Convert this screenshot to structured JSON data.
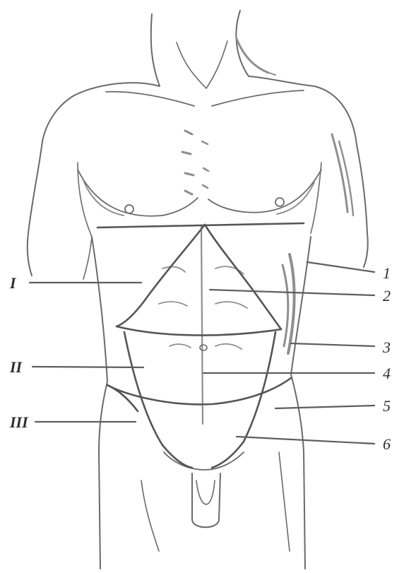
{
  "labels": {
    "left": [
      "I",
      "II",
      "III"
    ],
    "right": [
      "1",
      "2",
      "3",
      "4",
      "5",
      "6"
    ]
  },
  "colors": {
    "background": "#ffffff",
    "line": "#555555",
    "text": "#2e2e2e"
  }
}
